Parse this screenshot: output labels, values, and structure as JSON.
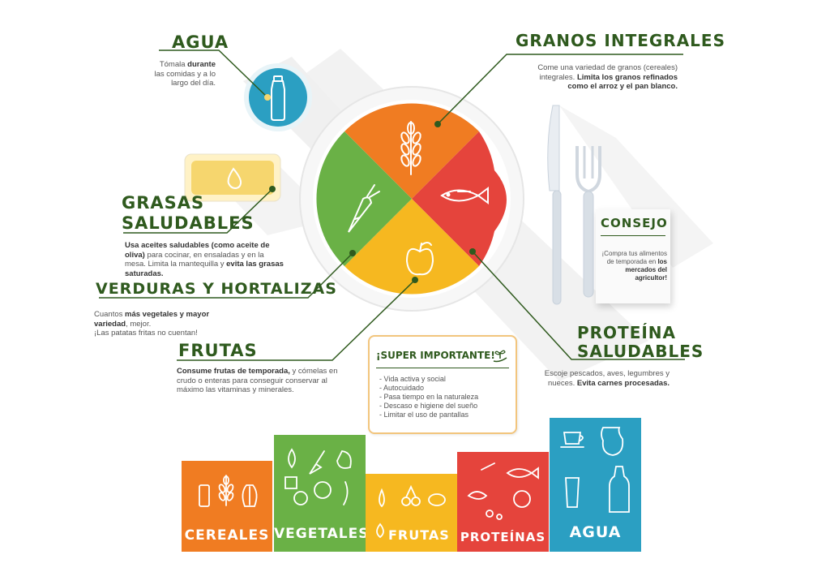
{
  "agua": {
    "title": "AGUA",
    "text_pre": "Tómala ",
    "text_bold1": "durante",
    "text_mid": " las comidas y a lo largo del día."
  },
  "granos": {
    "title": "GRANOS INTEGRALES",
    "text_pre": "Come una variedad de granos (cereales) integrales. ",
    "text_bold": "Limita los granos refinados como el arroz y el pan blanco."
  },
  "grasas": {
    "title_line1": "GRASAS",
    "title_line2": "SALUDABLES",
    "text_bold1": "Usa aceites saludables (como aceite de oliva)",
    "text_mid": " para cocinar, en ensaladas y en la mesa. Limita la mantequilla y ",
    "text_bold2": "evita las grasas saturadas."
  },
  "verduras": {
    "title": "VERDURAS Y HORTALIZAS",
    "text_pre": "Cuantos ",
    "text_bold": "más vegetales y mayor variedad",
    "text_mid": ", mejor.",
    "text_line3": "¡Las patatas fritas no cuentan!"
  },
  "frutas": {
    "title": "FRUTAS",
    "text_bold": "Consume frutas de temporada,",
    "text_rest": " y cómelas en crudo o enteras para conseguir conservar al máximo las vitaminas y minerales."
  },
  "proteina": {
    "title_line1": "PROTEÍNA",
    "title_line2": "SALUDABLES",
    "text_pre": "Escoje pescados, aves, legumbres y nueces. ",
    "text_bold": "Evita carnes procesadas."
  },
  "consejo": {
    "title": "CONSEJO",
    "text_pre": "¡Compra tus alimentos de temporada en ",
    "text_bold": "los mercados del agricultor!"
  },
  "super": {
    "title": "¡SUPER IMPORTANTE!",
    "items": [
      "- Vida activa y social",
      "- Autocuidado",
      "- Pasa tiempo en la naturaleza",
      "- Descaso e higiene del sueño",
      "- Limitar el uso de pantallas"
    ]
  },
  "bars": [
    {
      "label": "CEREALES",
      "color": "#f07c22"
    },
    {
      "label": "VEGETALES",
      "color": "#6ab146"
    },
    {
      "label": "FRUTAS",
      "color": "#f6b820"
    },
    {
      "label": "PROTEÍNAS",
      "color": "#e5443c"
    },
    {
      "label": "AGUA",
      "color": "#2b9fc2"
    }
  ],
  "colors": {
    "title_green": "#2f5a1e",
    "orange": "#f07c22",
    "red": "#e5443c",
    "green": "#6ab146",
    "yellow": "#f6b820",
    "blue": "#2b9fc2"
  }
}
